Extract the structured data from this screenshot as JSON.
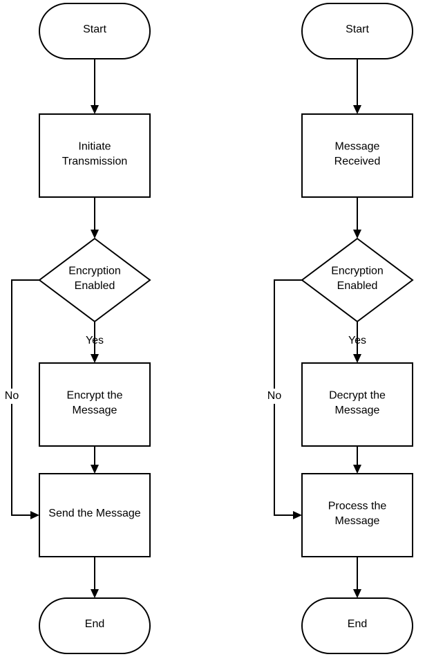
{
  "flows": [
    {
      "nodes": {
        "start": {
          "lines": [
            "Start"
          ]
        },
        "step1": {
          "lines": [
            "Initiate",
            "Transmission"
          ]
        },
        "decision": {
          "lines": [
            "Encryption",
            "Enabled"
          ]
        },
        "step2": {
          "lines": [
            "Encrypt the",
            "Message"
          ]
        },
        "step3": {
          "lines": [
            "Send the Message"
          ]
        },
        "end": {
          "lines": [
            "End"
          ]
        }
      },
      "labels": {
        "yes": "Yes",
        "no": "No"
      }
    },
    {
      "nodes": {
        "start": {
          "lines": [
            "Start"
          ]
        },
        "step1": {
          "lines": [
            "Message",
            "Received"
          ]
        },
        "decision": {
          "lines": [
            "Encryption",
            "Enabled"
          ]
        },
        "step2": {
          "lines": [
            "Decrypt the",
            "Message"
          ]
        },
        "step3": {
          "lines": [
            "Process the",
            "Message"
          ]
        },
        "end": {
          "lines": [
            "End"
          ]
        }
      },
      "labels": {
        "yes": "Yes",
        "no": "No"
      }
    }
  ]
}
